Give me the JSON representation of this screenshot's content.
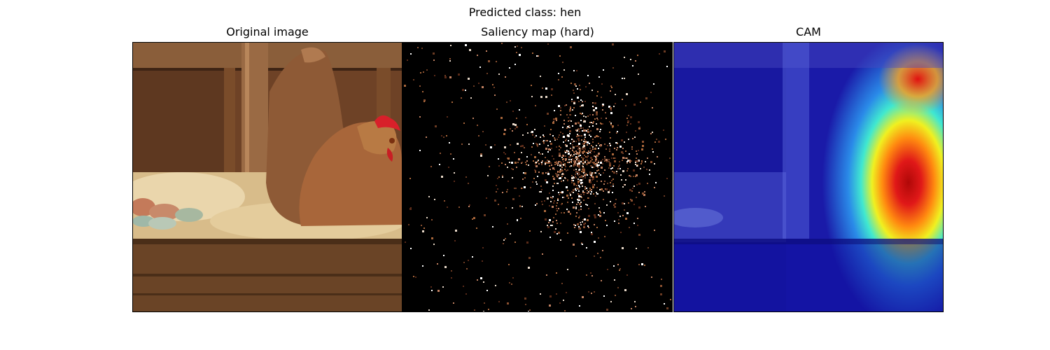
{
  "figure": {
    "suptitle": "Predicted class: hen"
  },
  "panels": [
    {
      "title": "Original image",
      "content": "photo of a brown hen sitting in a wooden nesting box with wood shavings and eggs"
    },
    {
      "title": "Saliency map (hard)",
      "content": "sparse brown and white pixels on black background, concentrated around the hen's body"
    },
    {
      "title": "CAM",
      "content": "jet colormap heatmap overlaid on the photo, hottest (red) region over the hen's body on the right"
    }
  ],
  "colors": {
    "background": "#ffffff",
    "axes_frame": "#000000",
    "wood_dark": "#5a3a22",
    "wood_light": "#8a5a36",
    "hen_feather": "#a8663a",
    "comb_red": "#d8202a",
    "shavings": "#e8d2a6",
    "cam_cold": "#1a1aa8",
    "cam_hot": "#d81010"
  }
}
